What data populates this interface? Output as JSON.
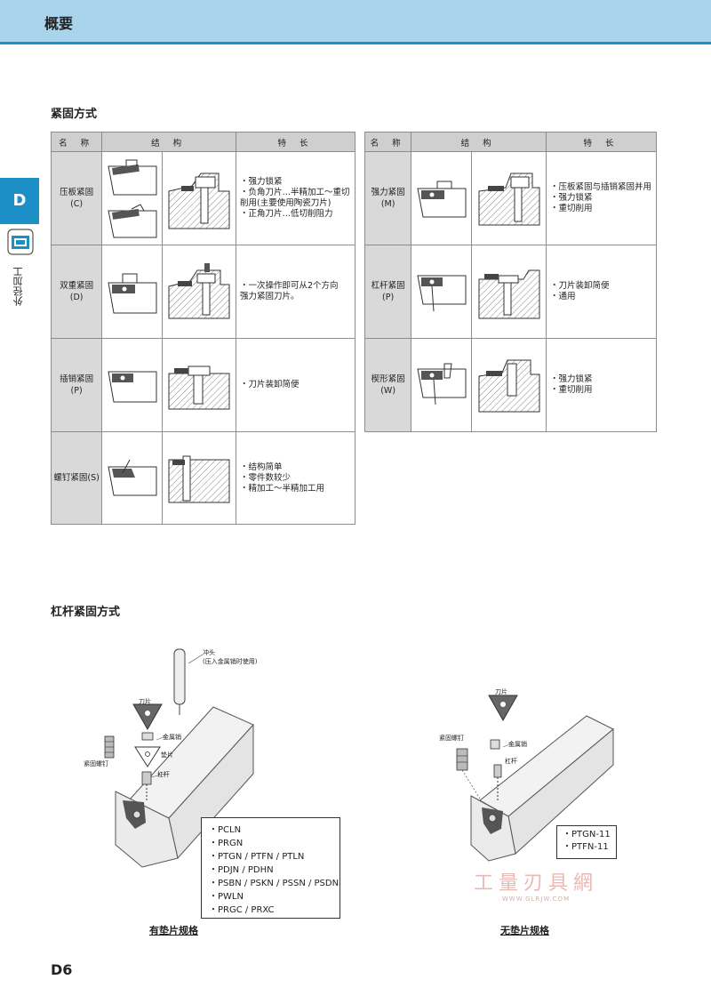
{
  "header": {
    "title": "概要"
  },
  "side": {
    "tab_letter": "D",
    "label": "外径加工"
  },
  "section1": {
    "title": "紧固方式"
  },
  "table_headers": {
    "name": "名 称",
    "structure": "结 构",
    "features": "特 长"
  },
  "left_table": [
    {
      "name": [
        "压板紧固",
        "(C)"
      ],
      "features": [
        "・强力锁紧",
        "・负角刀片…半精加工～重切",
        "  削用(主要使用陶瓷刀片)",
        "・正角刀片…低切削阻力"
      ]
    },
    {
      "name": [
        "双重紧固",
        "(D)"
      ],
      "features": [
        "・一次操作即可从2个方向",
        "  强力紧固刀片。"
      ]
    },
    {
      "name": [
        "插销紧固",
        "(P)"
      ],
      "features": [
        "・刀片装卸简便"
      ]
    },
    {
      "name": [
        "螺钉紧固(S)"
      ],
      "features": [
        "・结构简单",
        "・零件数较少",
        "・精加工～半精加工用"
      ]
    }
  ],
  "right_table": [
    {
      "name": [
        "强力紧固",
        "(M)"
      ],
      "features": [
        "・压板紧固与插销紧固并用",
        "・强力锁紧",
        "・重切削用"
      ]
    },
    {
      "name": [
        "杠杆紧固",
        "(P)"
      ],
      "features": [
        "・刀片装卸简便",
        "・通用"
      ]
    },
    {
      "name": [
        "楔形紧固",
        "(W)"
      ],
      "features": [
        "・强力锁紧",
        "・重切削用"
      ]
    }
  ],
  "section2": {
    "title": "杠杆紧固方式"
  },
  "left_diagram": {
    "punch_label": [
      "冲头",
      "(压入金属销时使用)"
    ],
    "insert_label": "刀片",
    "pin_label": "金属销",
    "shim_label": "垫片",
    "lever_label": "杠杆",
    "screw_label": "紧固螺钉",
    "specs": [
      "・PCLN",
      "・PRGN",
      "・PTGN / PTFN / PTLN",
      "・PDJN / PDHN",
      "・PSBN / PSKN / PSSN / PSDN",
      "・PWLN",
      "・PRGC / PRXC"
    ],
    "caption": "有垫片规格"
  },
  "right_diagram": {
    "insert_label": "刀片",
    "screw_label": "紧固螺钉",
    "pin_label": "金属销",
    "lever_label": "杠杆",
    "specs": [
      "・PTGN-11",
      "・PTFN-11"
    ],
    "caption": "无垫片规格"
  },
  "watermark": {
    "text": "工量刃具網",
    "url": "WWW.GLRJW.COM"
  },
  "page_number": "D6"
}
